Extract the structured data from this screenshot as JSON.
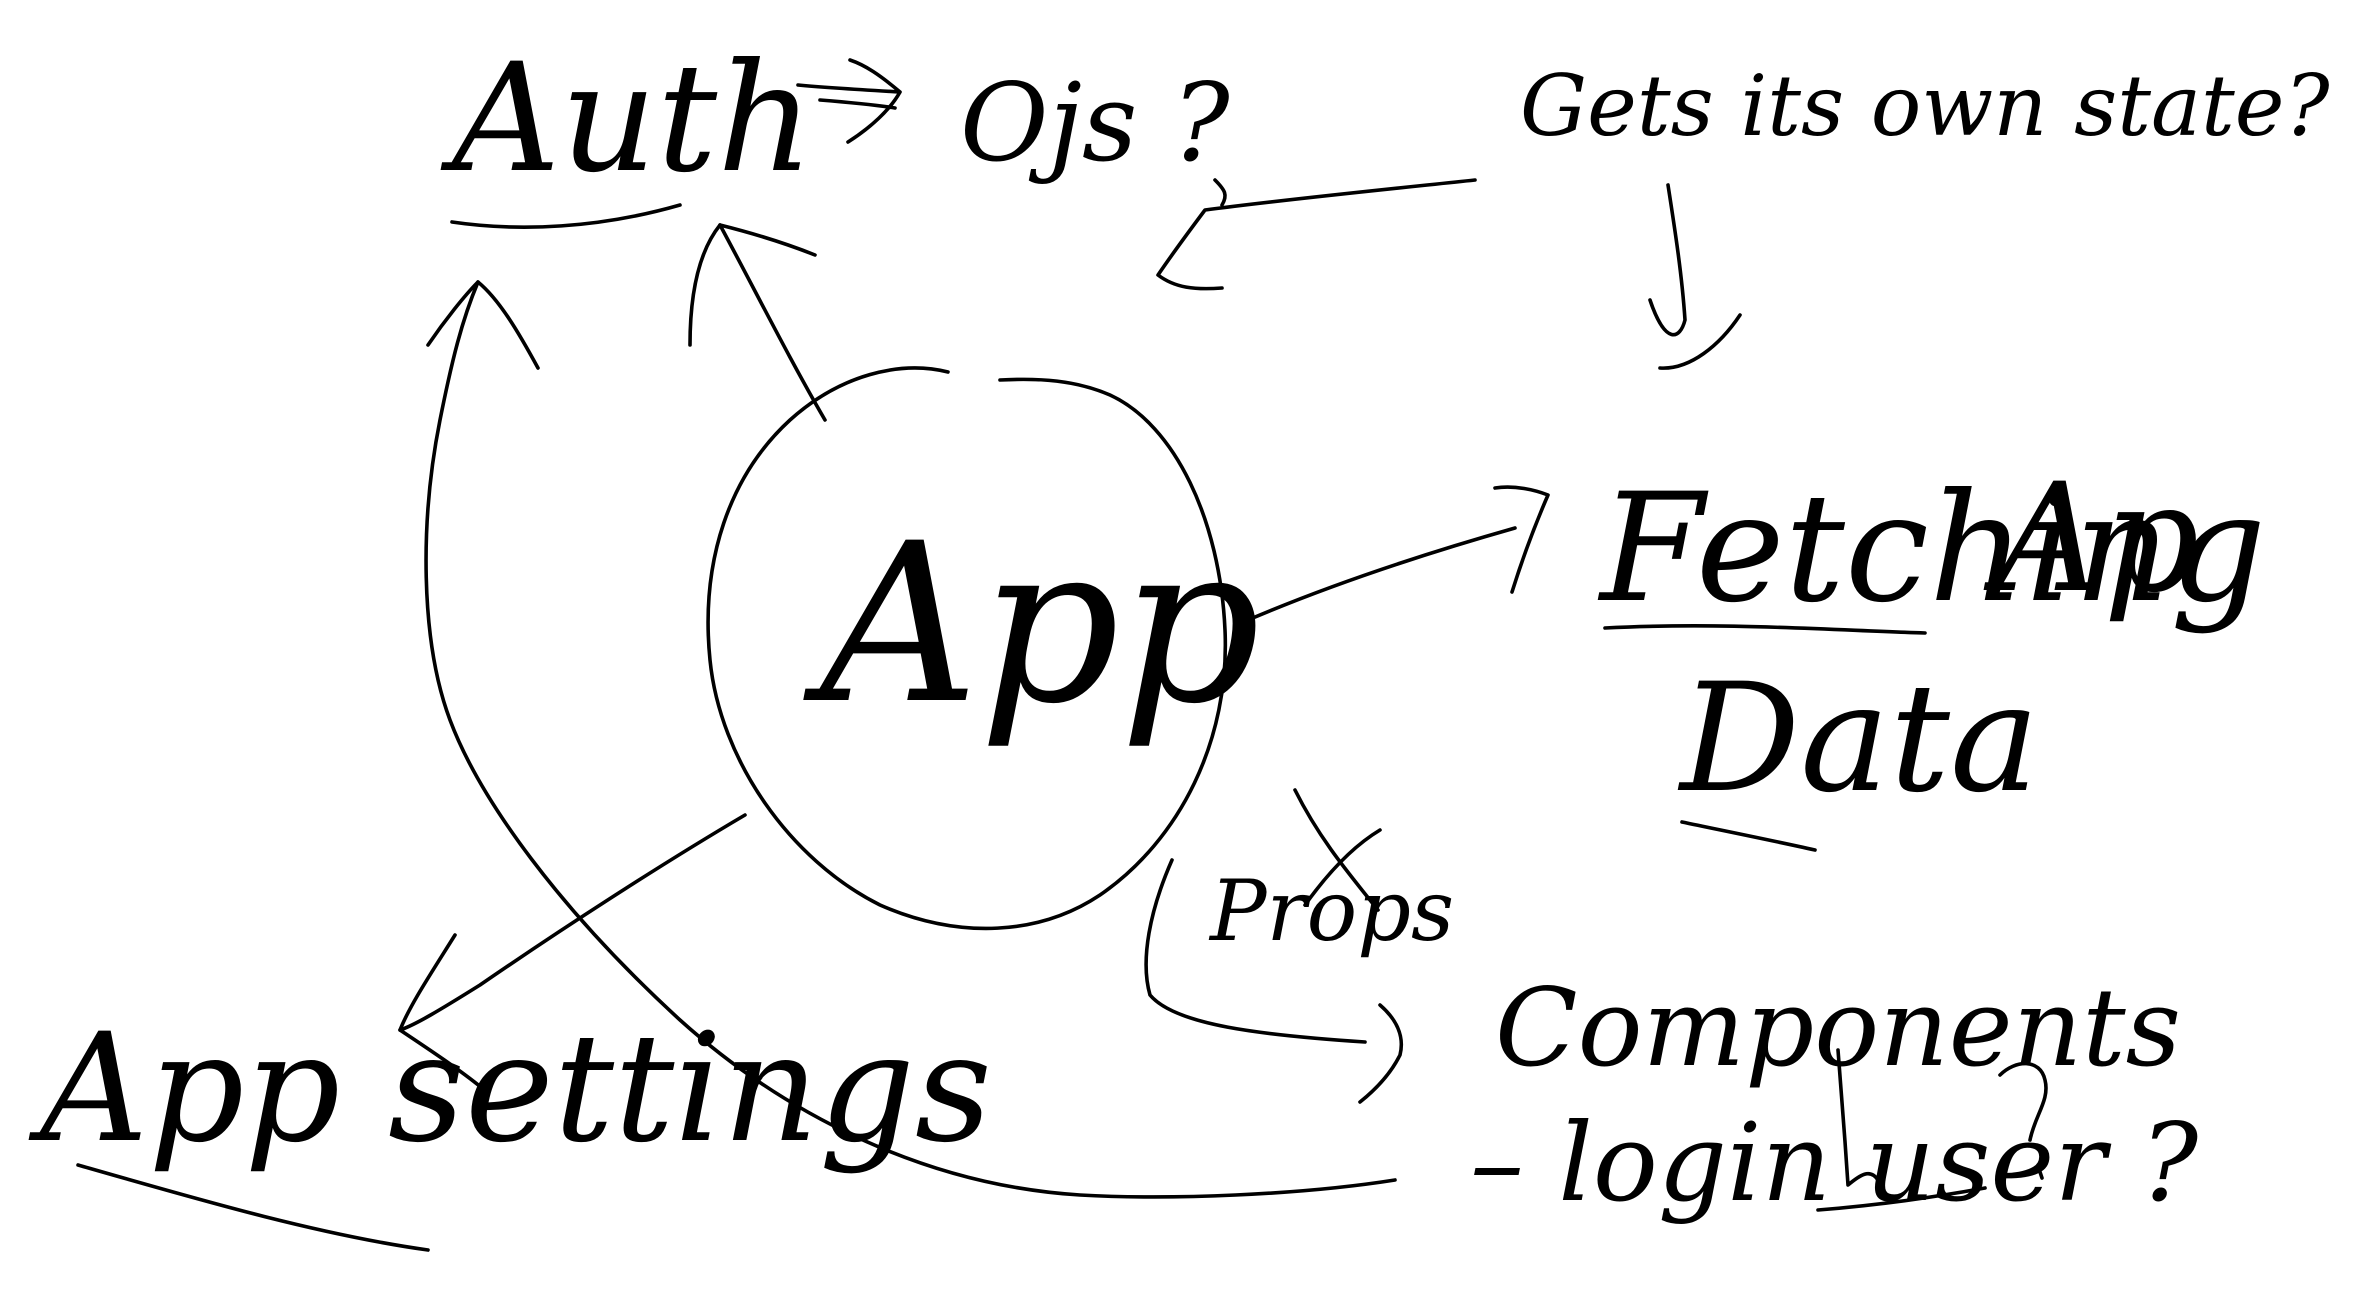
{
  "diagram": {
    "nodes": {
      "app": "App",
      "auth": "Auth",
      "auth_question": "Ojs ?",
      "gets_own_state": "Gets its own state?",
      "fetching": "Fetching",
      "fetching_suffix": "Ap",
      "data": "Data",
      "app_settings": "App settings",
      "props": "Props",
      "components": "Components",
      "login_user": "– login user ?"
    }
  },
  "colors": {
    "background": "#ffffff",
    "ink": "#000000"
  }
}
